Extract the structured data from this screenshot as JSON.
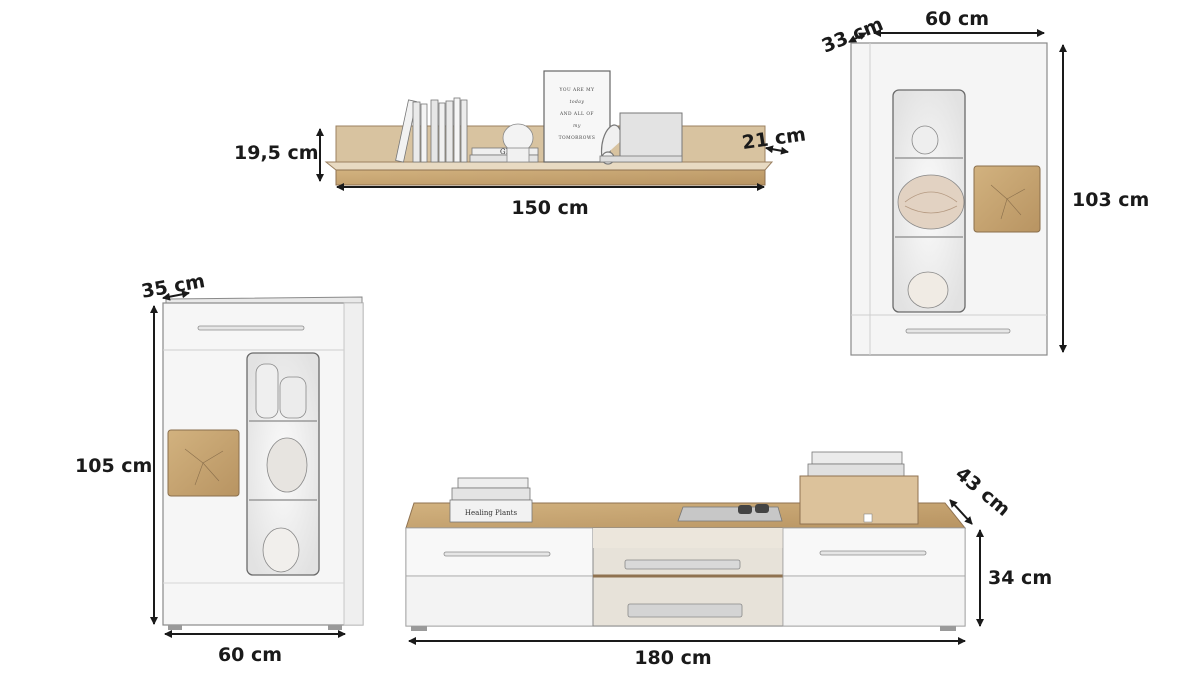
{
  "wall_shelf": {
    "height_label": "19,5 cm",
    "depth_label": "21 cm",
    "width_label": "150 cm",
    "poster_lines": [
      "YOU ARE MY",
      "today",
      "AND ALL OF",
      "my",
      "TOMORROWS"
    ],
    "book_title": "GREEN"
  },
  "wall_cabinet": {
    "depth_label": "33 cm",
    "width_label": "60 cm",
    "height_label": "103 cm"
  },
  "highboard": {
    "depth_label": "35 cm",
    "height_label": "105 cm",
    "width_label": "60 cm"
  },
  "tv_lowboard": {
    "depth_label": "43 cm",
    "height_label": "34 cm",
    "width_label": "180 cm",
    "book_title": "Healing Plants"
  },
  "colors": {
    "front": "#f6f6f6",
    "oak": "#c9a874",
    "line": "#1a1a1a"
  }
}
